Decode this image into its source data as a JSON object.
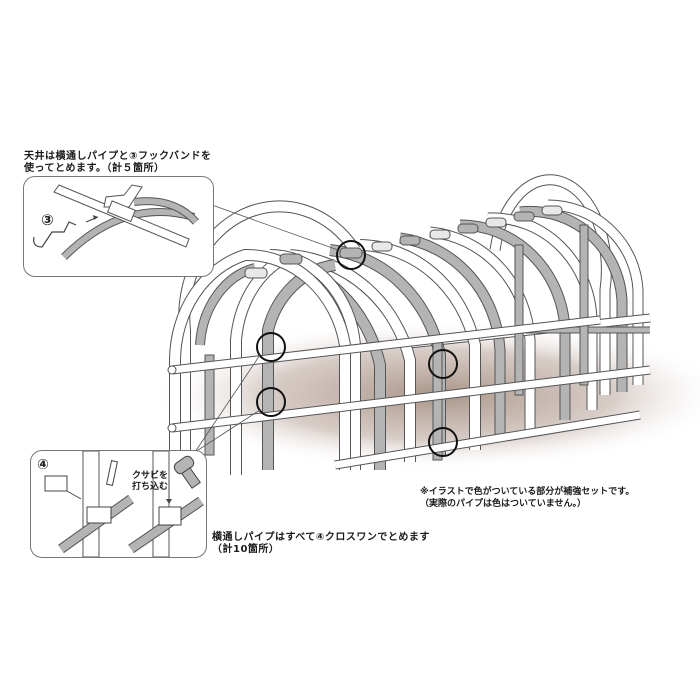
{
  "diagram": {
    "title": "Greenhouse frame reinforcement set assembly",
    "colors": {
      "reinforcement_pipe": "#b4b4b4",
      "standard_pipe": "#ffffff",
      "outline": "#555555",
      "ground_shadow": "#a08a7c",
      "highlight_circle": "#111111"
    },
    "top_callout": {
      "caption_line1": "天井は横通しパイプと③フックバンドを",
      "caption_line2": "使ってとめます。（計５箇所）",
      "part_marker": "③",
      "part_name": "フックバンド"
    },
    "bottom_callout": {
      "part_marker": "④",
      "wedge_label_line1": "クサビを",
      "wedge_label_line2": "打ち込む",
      "caption_line1": "横通しパイプはすべて④クロスワンでとめます",
      "caption_line2": "（計10箇所）",
      "part_name": "クロスワン"
    },
    "note": {
      "line1": "※イラストで色がついている部分が補強セットです。",
      "line2": "（実際のパイプは色はついていません。）"
    },
    "highlight_circles": 5,
    "arch_count": 10
  }
}
